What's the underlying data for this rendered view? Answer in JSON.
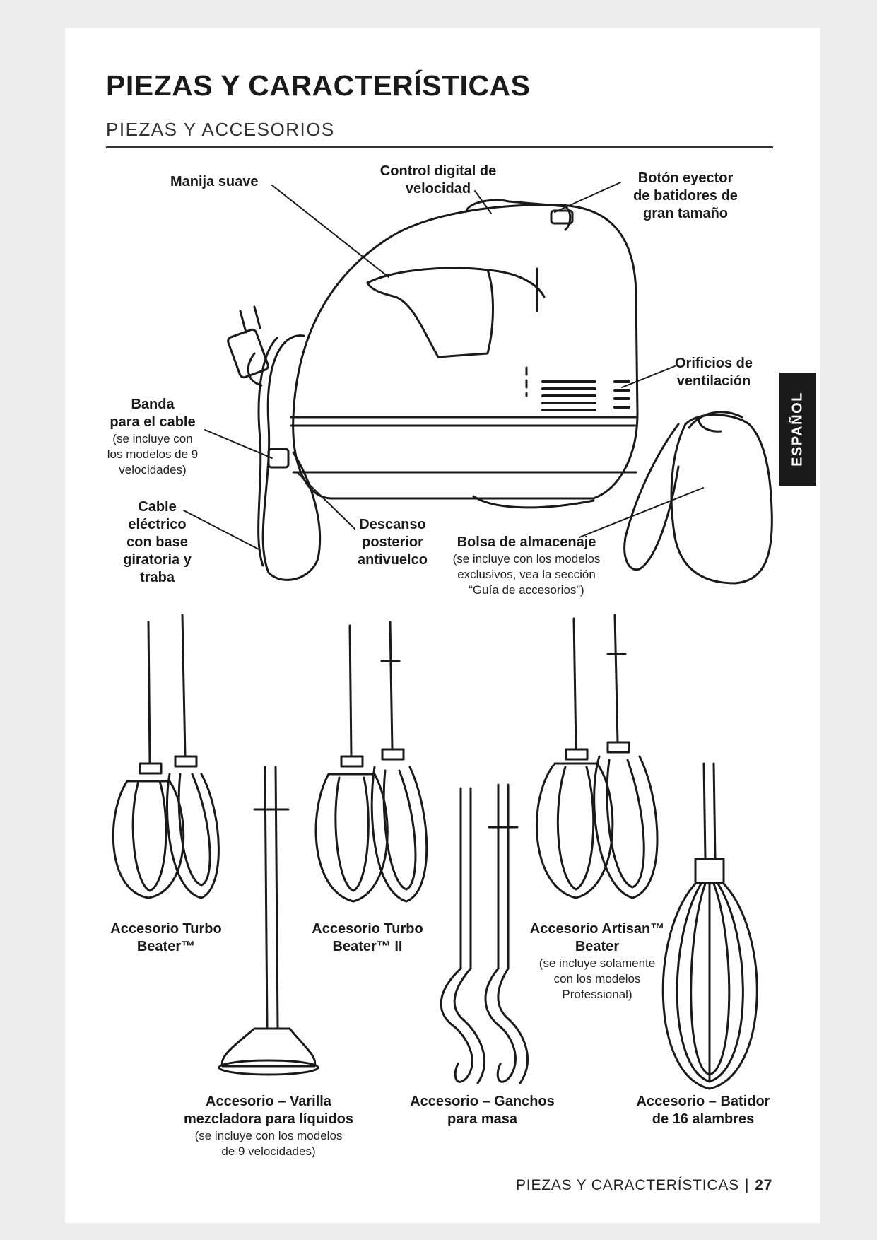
{
  "header": {
    "title": "PIEZAS Y CARACTERÍSTICAS",
    "subtitle": "PIEZAS Y ACCESORIOS"
  },
  "side_tab": {
    "label": "ESPAÑOL"
  },
  "mixer_labels": {
    "handle": {
      "line1": "Manija suave"
    },
    "speed": {
      "line1": "Control digital de",
      "line2": "velocidad"
    },
    "eject": {
      "line1": "Botón eyector",
      "line2": "de batidores de",
      "line3": "gran tamaño"
    },
    "vents": {
      "line1": "Orificios de",
      "line2": "ventilación"
    },
    "cord_band": {
      "line1": "Banda",
      "line2": "para el cable",
      "note1": "(se incluye con",
      "note2": "los modelos de 9",
      "note3": "velocidades)"
    },
    "cord": {
      "line1": "Cable",
      "line2": "eléctrico",
      "line3": "con base",
      "line4": "giratoria y",
      "line5": "traba"
    },
    "heel_rest": {
      "line1": "Descanso",
      "line2": "posterior",
      "line3": "antivuelco"
    },
    "bag": {
      "line1": "Bolsa de almacenaje",
      "note1": "(se incluye con los modelos",
      "note2": "exclusivos, vea la sección",
      "note3": "“Guía de accesorios”)"
    }
  },
  "accessories": {
    "turbo": {
      "line1": "Accesorio Turbo",
      "line2": "Beater™"
    },
    "turbo2": {
      "line1": "Accesorio Turbo",
      "line2": "Beater™ II"
    },
    "artisan": {
      "line1": "Accesorio Artisan™",
      "line2": "Beater",
      "note1": "(se incluye solamente",
      "note2": "con los modelos",
      "note3": "Professional)"
    },
    "blender_rod": {
      "line1": "Accesorio – Varilla",
      "line2": "mezcladora para líquidos",
      "note1": "(se incluye con los modelos",
      "note2": "de 9 velocidades)"
    },
    "dough_hooks": {
      "line1": "Accesorio – Ganchos",
      "line2": "para masa"
    },
    "whisk": {
      "line1": "Accesorio –  Batidor",
      "line2": "de 16 alambres"
    }
  },
  "footer": {
    "section": "PIEZAS Y CARACTERÍSTICAS",
    "separator": "|",
    "page": "27"
  },
  "colors": {
    "ink": "#1a1a1a",
    "page": "#ffffff",
    "background": "#ededed",
    "tab": "#1a1a1a"
  }
}
